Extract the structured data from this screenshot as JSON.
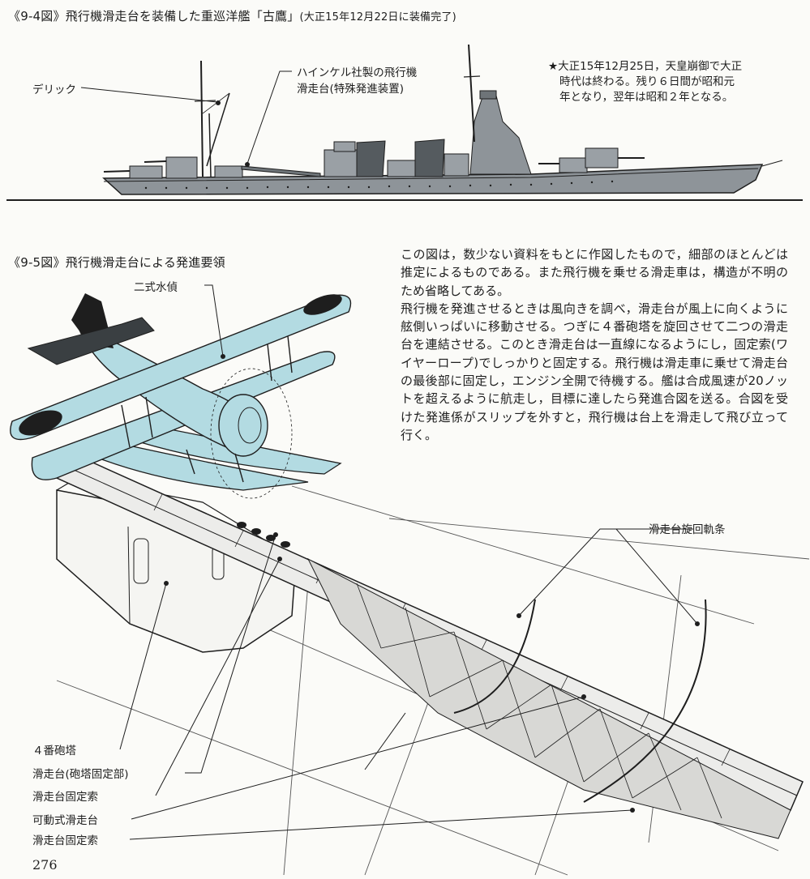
{
  "fig94": {
    "number": "《9-4図》",
    "title": "飛行機滑走台を装備した重巡洋艦「古鷹」",
    "subtitle": "(大正15年12月22日に装備完了)",
    "label_derrick": "デリック",
    "label_catapult_line1": "ハインケル社製の飛行機",
    "label_catapult_line2": "滑走台(特殊発進装置)",
    "note_line1": "★大正15年12月25日，天皇崩御で大正",
    "note_line2": "時代は終わる。残り６日間が昭和元",
    "note_line3": "年となり，翌年は昭和２年となる。"
  },
  "fig95": {
    "number": "《9-5図》",
    "title": "飛行機滑走台による発進要領",
    "label_plane": "二式水偵",
    "label_rail": "滑走台旋回軌条",
    "label_turret": "４番砲塔",
    "label_fixed_platform": "滑走台(砲塔固定部)",
    "label_cable1": "滑走台固定索",
    "label_movable": "可動式滑走台",
    "label_cable2": "滑走台固定索"
  },
  "description": {
    "p1": "この図は，数少ない資料をもとに作図したもので，細部のほとんどは推定によるものである。また飛行機を乗せる滑走車は，構造が不明のため省略してある。",
    "p2": "飛行機を発進させるときは風向きを調べ，滑走台が風上に向くように舷側いっぱいに移動させる。つぎに４番砲塔を旋回させて二つの滑走台を連結させる。このとき滑走台は一直線になるようにし，固定索(ワイヤーロープ)でしっかりと固定する。飛行機は滑走車に乗せて滑走台の最後部に固定し，エンジン全開で待機する。艦は合成風速が20ノットを超えるように航走し，目標に達したら発進合図を送る。合図を受けた発進係がスリップを外すと，飛行機は台上を滑走して飛び立って行く。"
  },
  "page_number": "276",
  "colors": {
    "ink": "#1e1e1e",
    "ship_gray": "#8e9499",
    "plane_blue": "#b3dbe2",
    "paper": "#fbfbf8"
  }
}
